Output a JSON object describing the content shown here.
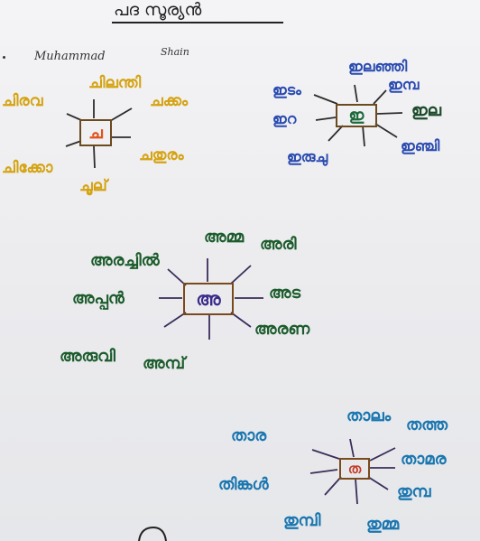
{
  "title": "പദ സൂര്യൻ",
  "author": {
    "name": "Muhammad",
    "suffix": "Shain"
  },
  "colors": {
    "yellow": "#d5a312",
    "blue": "#2a4bb0",
    "green": "#1c5c2c",
    "cyan": "#1a76b0",
    "center_cha": "#e0531c",
    "box_border": "#7a4a1e"
  },
  "webs": [
    {
      "center": "ച",
      "words": [
        "ചിലന്തി",
        "ചിരവ",
        "ചക്കം",
        "ചിക്കോ",
        "ചതുരം",
        "ചൂല്"
      ]
    },
    {
      "center": "ഇ",
      "words": [
        "ഇലഞ്ഞി",
        "ഇടം",
        "ഇറ",
        "ഇമ്പ",
        "ഇല",
        "ഇരുചു",
        "ഇഞ്ചി"
      ]
    },
    {
      "center": "അ",
      "words": [
        "അമ്മ",
        "അരി",
        "അരച്ചിൽ",
        "അട",
        "അപ്പൻ",
        "അരണ",
        "അരുവി",
        "അമ്പ്"
      ]
    },
    {
      "center": "ത",
      "words": [
        "താലം",
        "താര",
        "തത്ത",
        "താമര",
        "തിങ്കൾ",
        "തുമ്പ",
        "തുമ്പി",
        "തുമ്മ"
      ]
    }
  ]
}
